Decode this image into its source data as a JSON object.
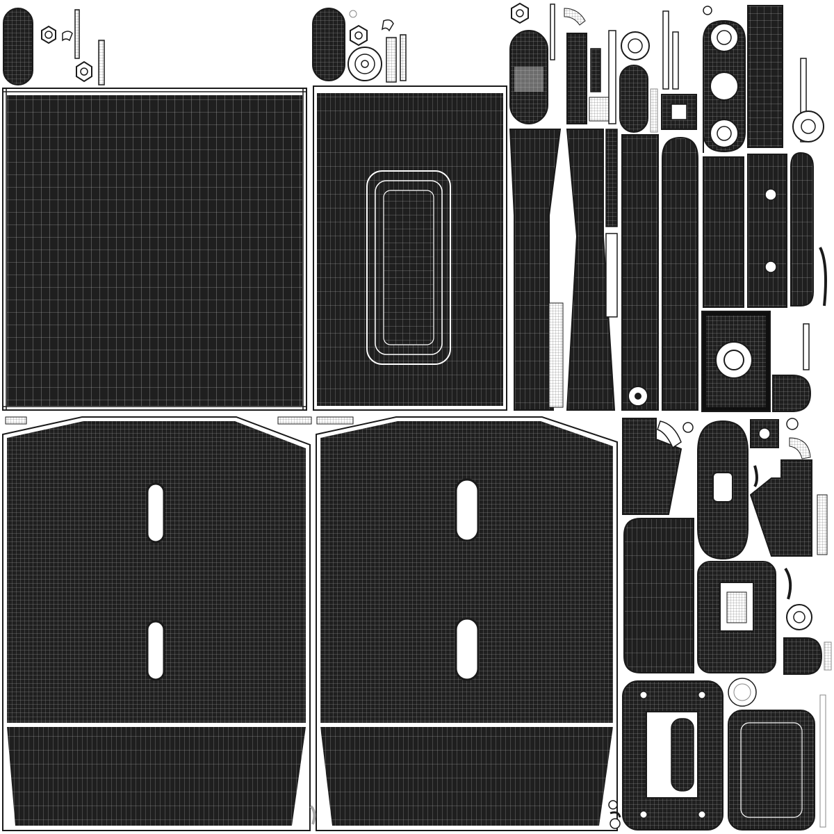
{
  "texture": {
    "background_color": "#ffffff",
    "island_fill": "#1f1f1f",
    "wire_color": "#ffffff",
    "outline_color": "#1a1a1a",
    "hole_fill": "#ffffff"
  },
  "island_kinds": [
    "large-panel",
    "tapered-panel",
    "slotted-panel",
    "rounded-strip",
    "hex-nut",
    "washer",
    "bracket",
    "small-strip"
  ]
}
